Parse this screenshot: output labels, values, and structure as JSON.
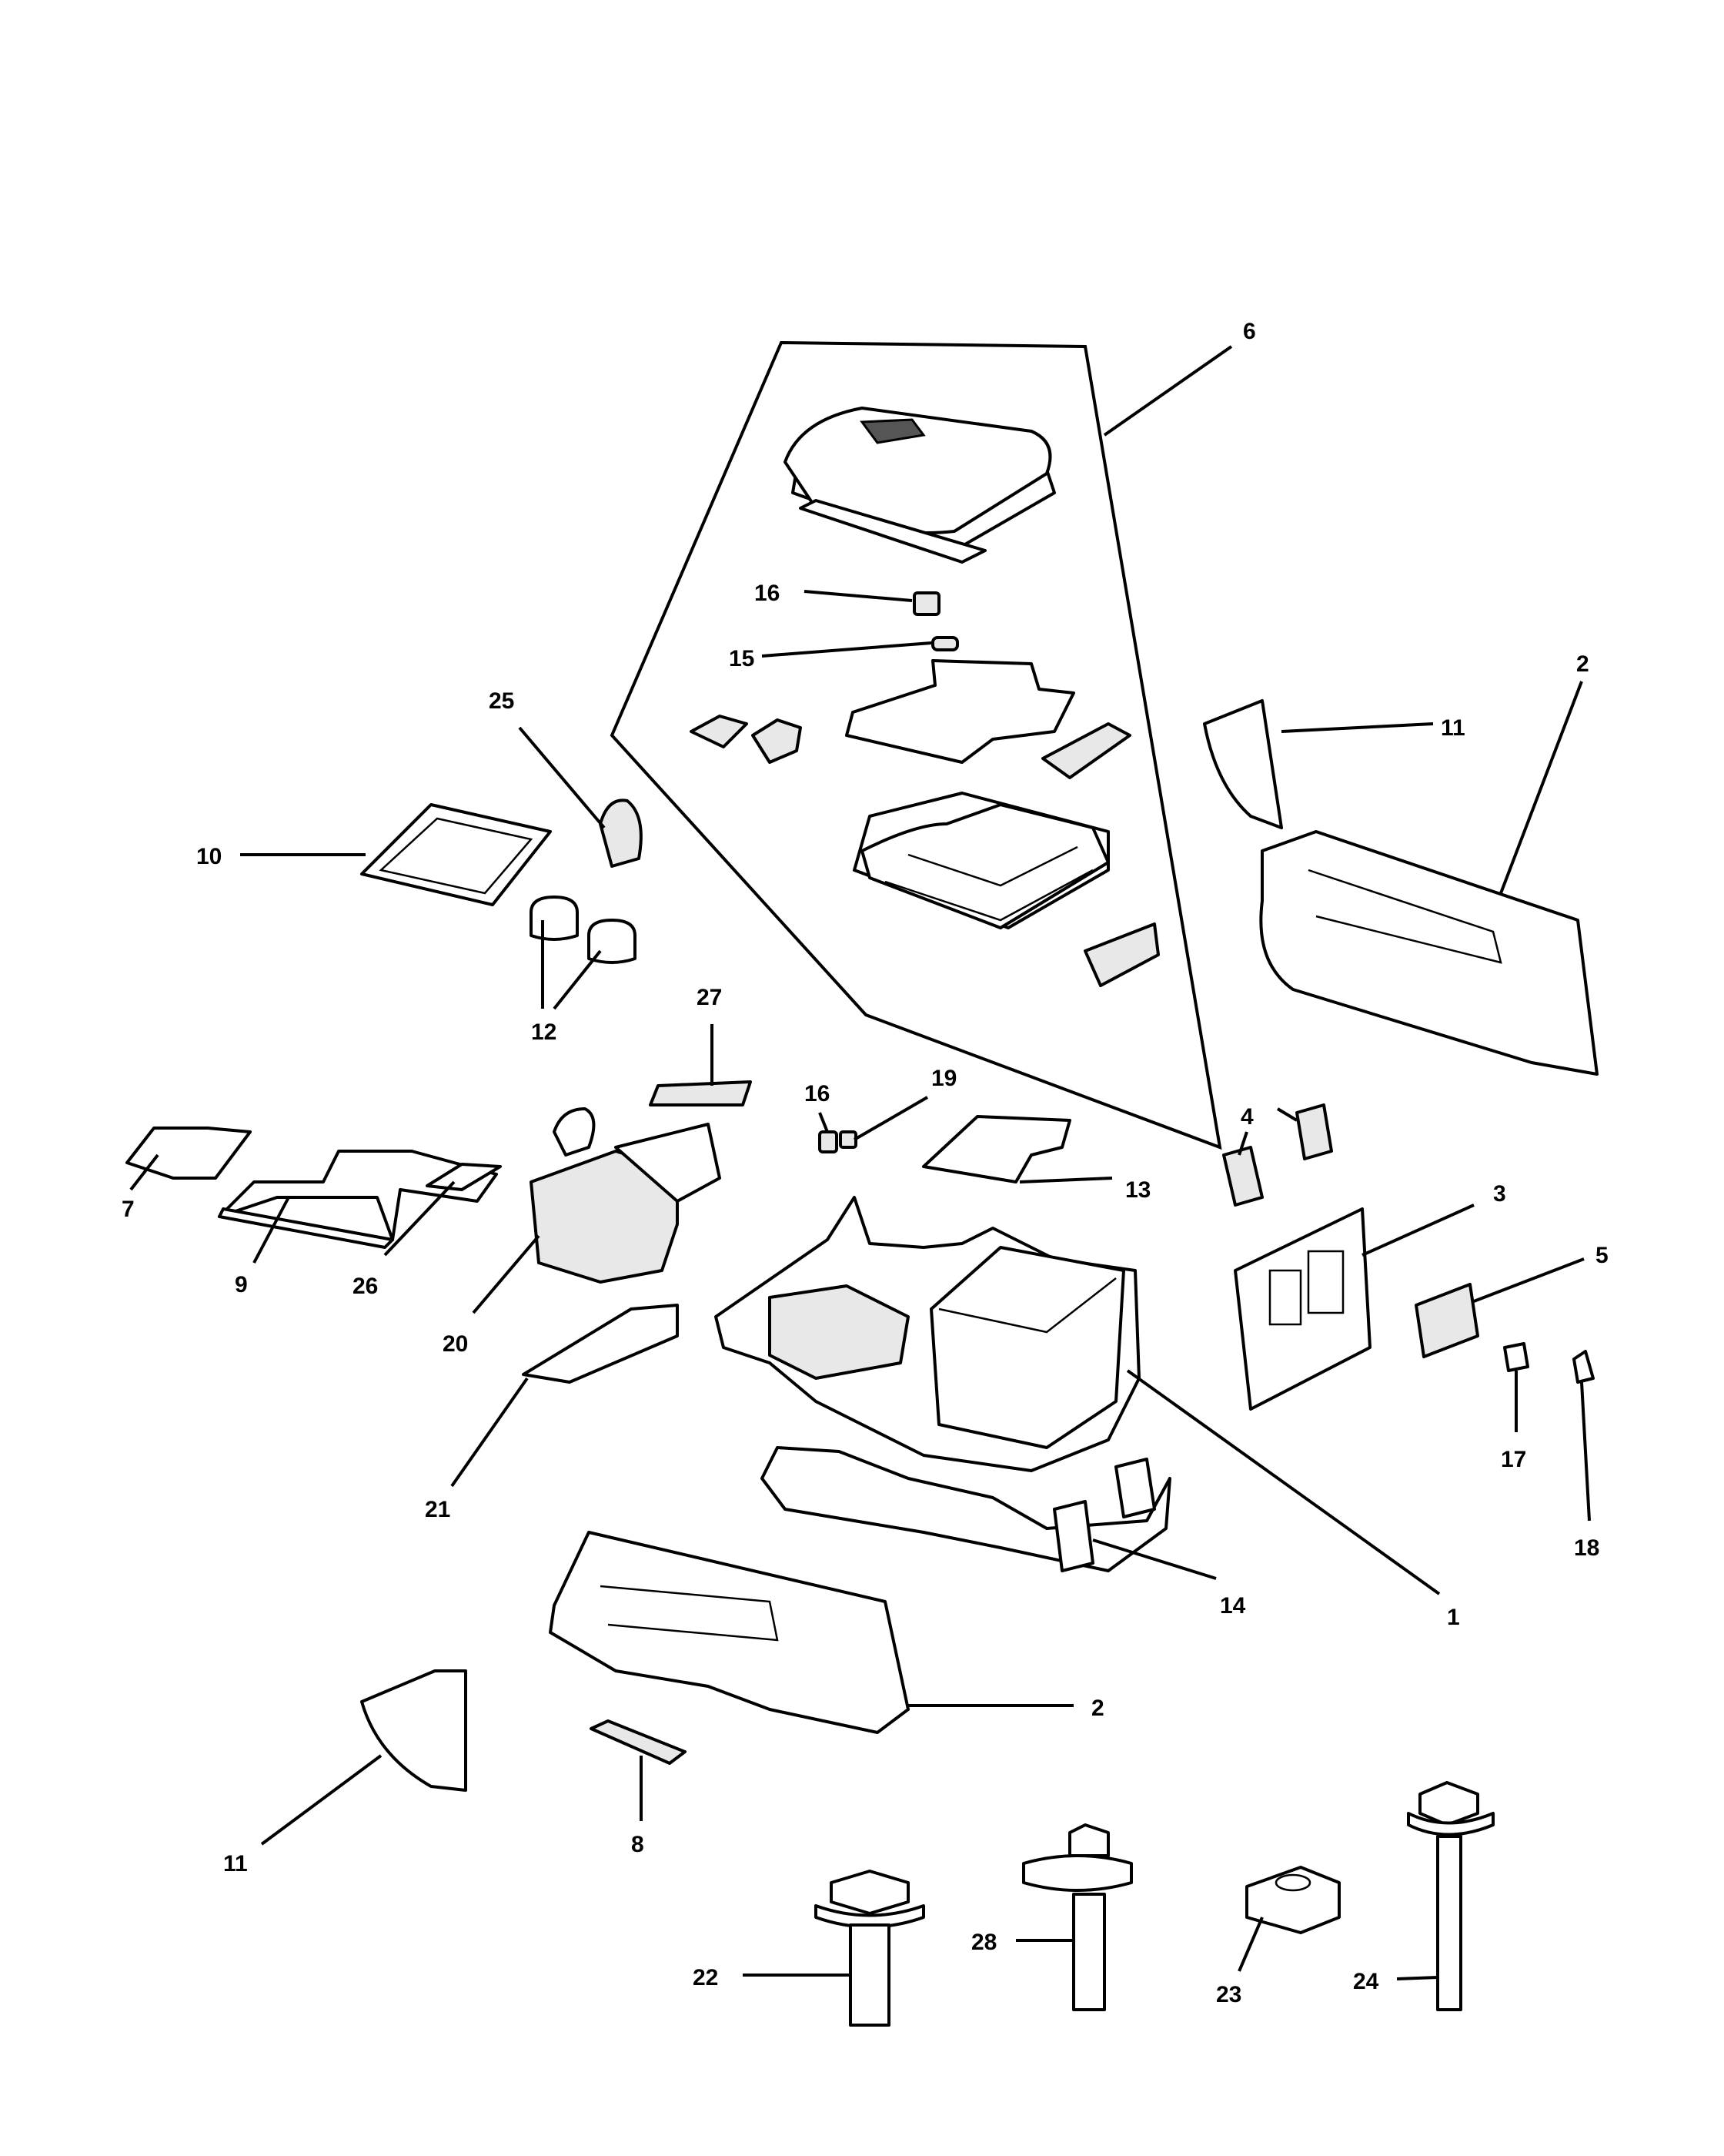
{
  "callouts": {
    "c1": "1",
    "c2a": "2",
    "c2b": "2",
    "c3": "3",
    "c4": "4",
    "c5": "5",
    "c6": "6",
    "c7": "7",
    "c8": "8",
    "c9": "9",
    "c10": "10",
    "c11a": "11",
    "c11b": "11",
    "c12": "12",
    "c13": "13",
    "c14": "14",
    "c15": "15",
    "c16a": "16",
    "c16b": "16",
    "c17": "17",
    "c18": "18",
    "c19": "19",
    "c20": "20",
    "c21": "21",
    "c22": "22",
    "c23": "23",
    "c24": "24",
    "c25": "25",
    "c26": "26",
    "c27": "27",
    "c28": "28"
  }
}
